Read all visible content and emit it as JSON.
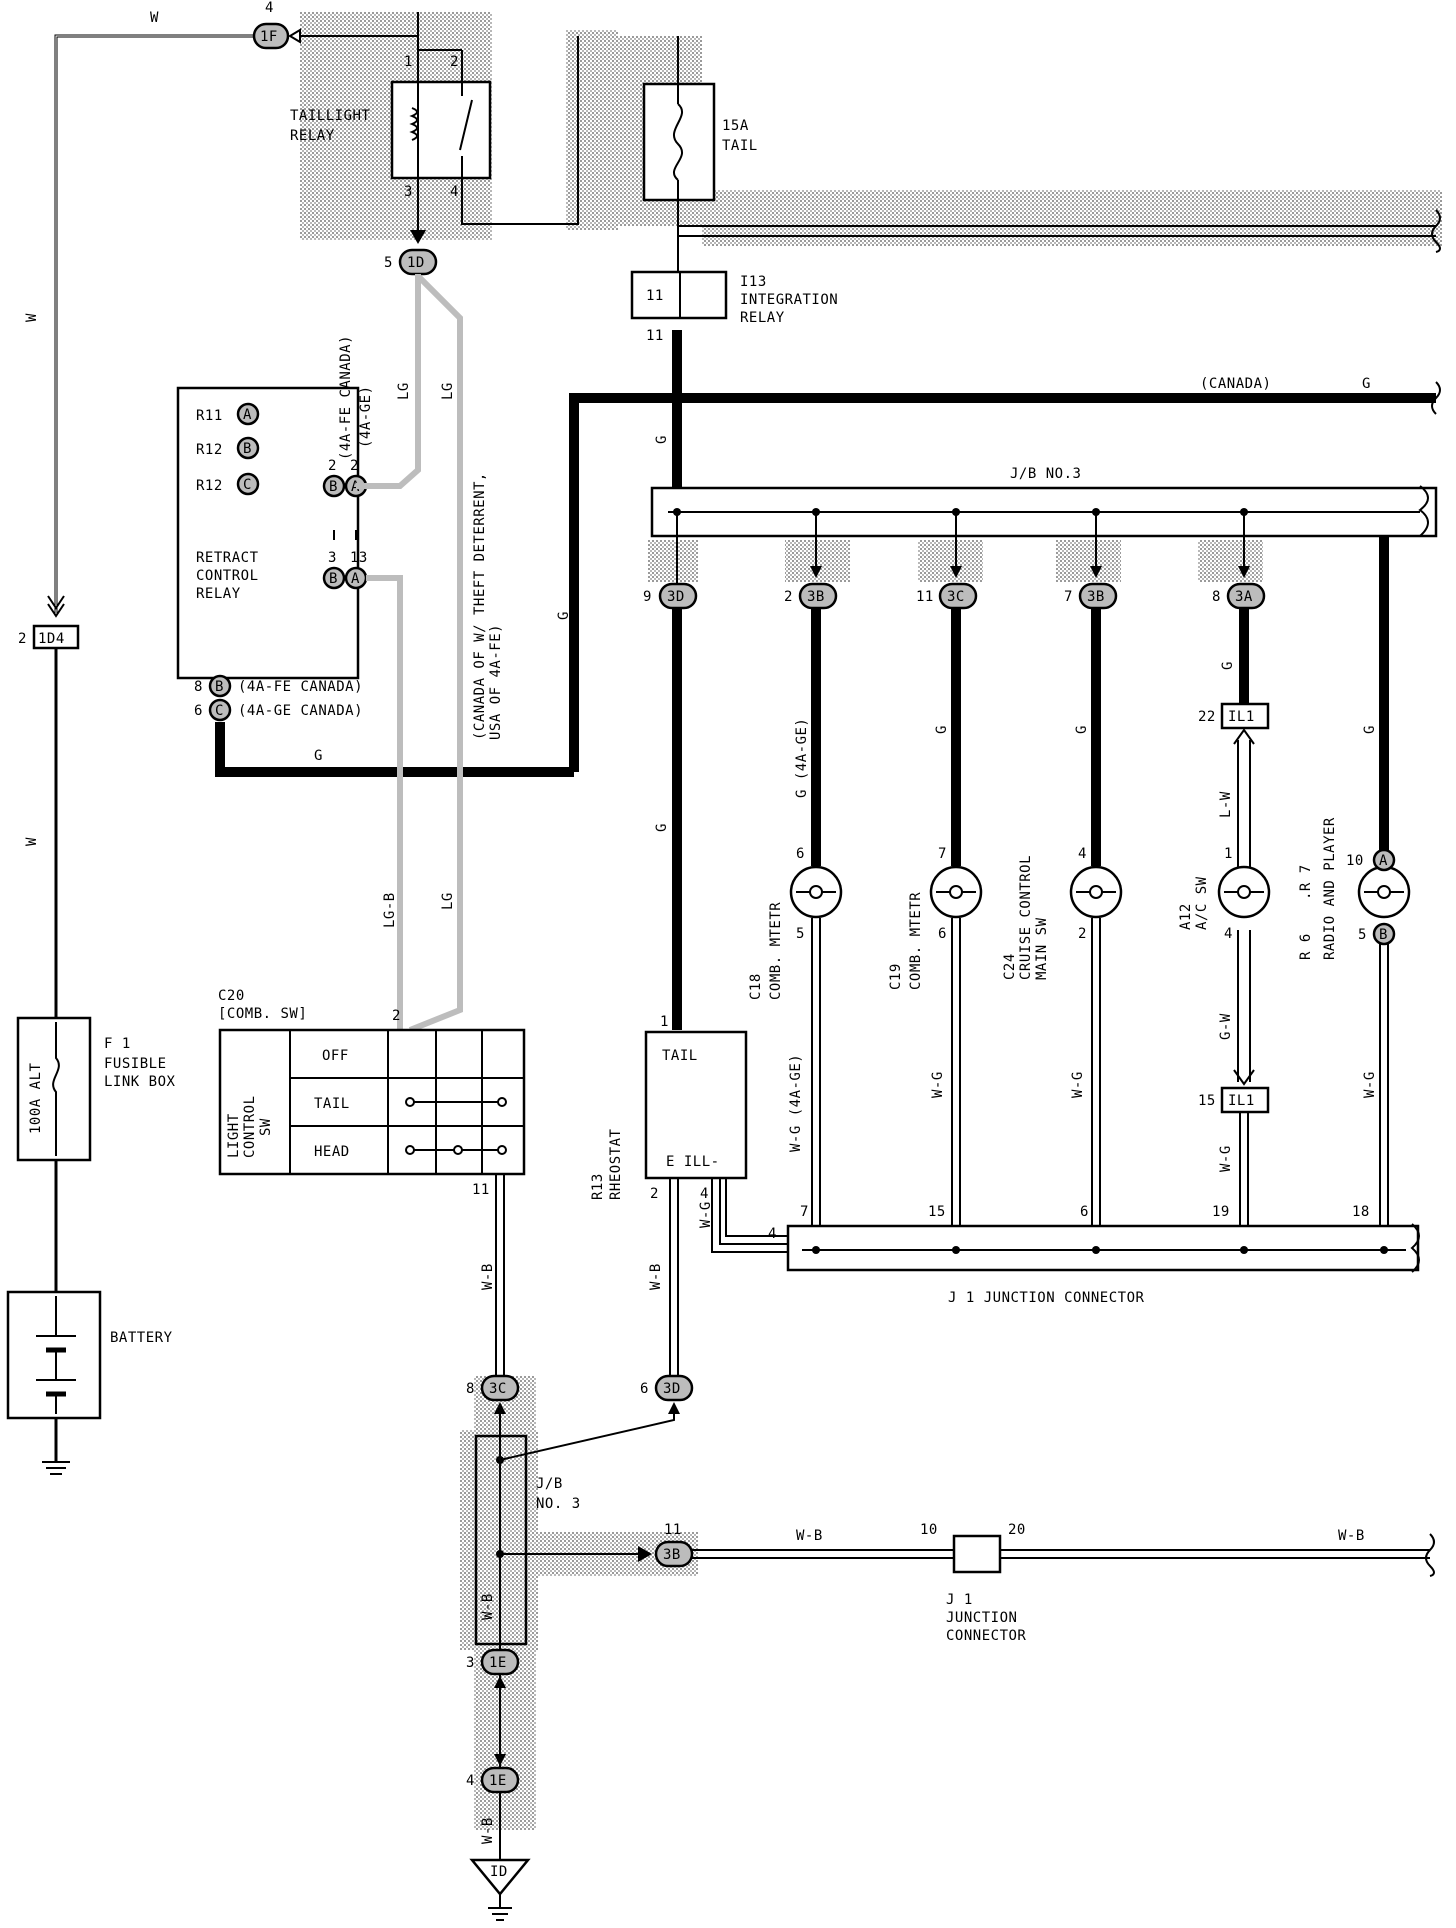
{
  "components": {
    "taillight_relay": "TAILLIGHT\nRELAY",
    "fuse_15a": "15A\nTAIL",
    "integration_relay_id": "I13",
    "integration_relay_name": "INTEGRATION\nRELAY",
    "retract_relay_r11": "R11",
    "retract_relay_r12b": "R12",
    "retract_relay_r12c": "R12",
    "retract_relay_name": "RETRACT\nCONTROL\nRELAY",
    "retract_note_fe": "(4A-FE CANADA)",
    "retract_note_ge": "(4A-GE)",
    "retract_pin8": "(4A-FE CANADA)",
    "retract_pin6": "(4A-GE CANADA)",
    "theft_note": "(CANADA OF W/ THEFT DETERRENT,\nUSA OF 4A-FE)",
    "jb3_top": "J/B NO.3",
    "canada_label": "(CANADA)",
    "c18": "C18\nCOMB. MTETR",
    "c19": "C19\nCOMB. MTETR",
    "c24": "C24\nCRUISE CONTROL\nMAIN SW",
    "a12": "A12\nA/C SW",
    "r6": "R 6",
    "r7": ".R 7",
    "radio": "RADIO AND PLAYER",
    "c20_id": "C20",
    "c20_name": "[COMB. SW]",
    "light_control": "LIGHT\nCONTROL\nSW",
    "off": "OFF",
    "tail": "TAIL",
    "head": "HEAD",
    "fusible_id": "F 1",
    "fusible_name": "FUSIBLE\nLINK BOX",
    "alt_fuse": "100A ALT",
    "battery": "BATTERY",
    "rheostat_id": "R13",
    "rheostat_name": "RHEOSTAT",
    "rheostat_tail": "TAIL",
    "rheostat_e": "E ILL-",
    "j1_long": "J 1  JUNCTION CONNECTOR",
    "jb3_bottom": "J/B\nNO. 3",
    "j1_bottom": "J 1\nJUNCTION\nCONNECTOR",
    "ground_id": "ID"
  },
  "wires": {
    "w": "W",
    "lg": "LG",
    "lgb": "LG-B",
    "g": "G",
    "g4age": "G (4A-GE)",
    "wg": "W-G",
    "wg4age": "W-G (4A-GE)",
    "wb": "W-B",
    "lw": "L-W",
    "gw": "G-W"
  },
  "connectors": {
    "c1f": "1F",
    "c1d": "1D",
    "c1d4": "1D4",
    "c3d": "3D",
    "c3b": "3B",
    "c3c": "3C",
    "c3a": "3A",
    "cil1": "IL1",
    "c1e": "1E",
    "ca": "A",
    "cb": "B",
    "cc": "C",
    "c11": "11"
  },
  "pins": {
    "p1": "1",
    "p2": "2",
    "p3": "3",
    "p4": "4",
    "p5": "5",
    "p6": "6",
    "p7": "7",
    "p8": "8",
    "p9": "9",
    "p10": "10",
    "p11": "11",
    "p13": "13",
    "p15": "15",
    "p18": "18",
    "p19": "19",
    "p20": "20",
    "p22": "22"
  }
}
